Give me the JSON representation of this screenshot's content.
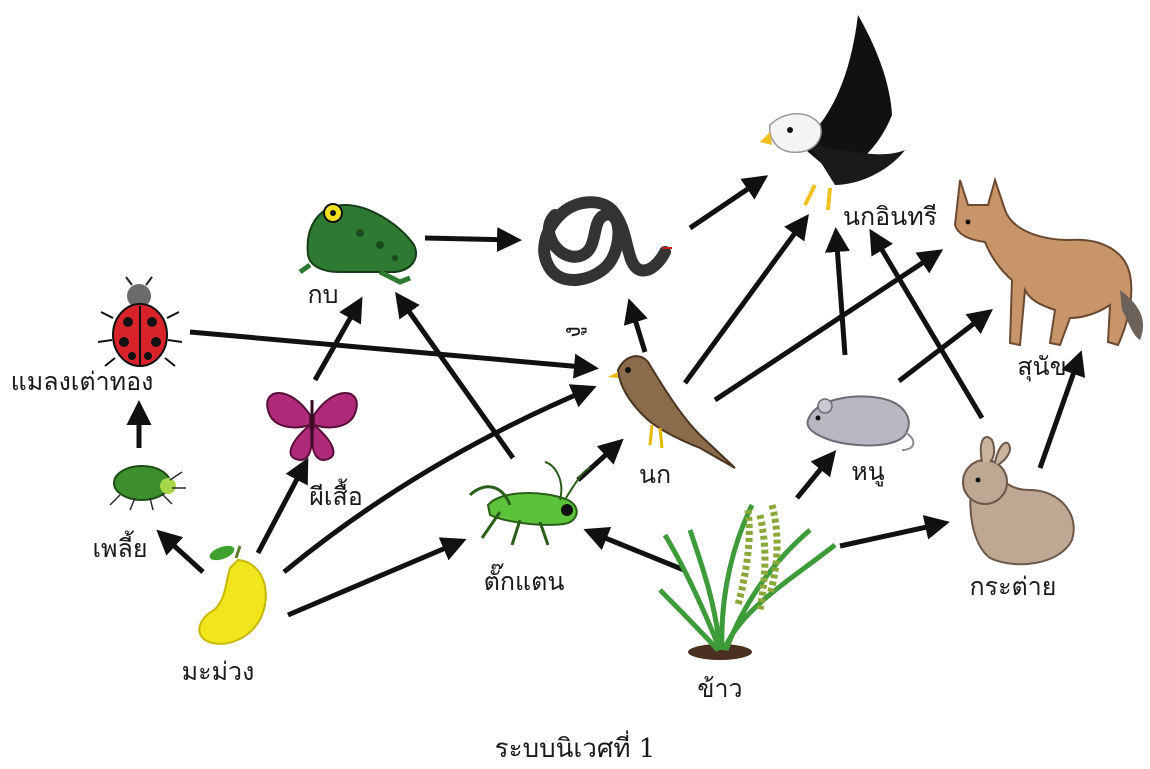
{
  "caption": "ระบบนิเวศที่ 1",
  "organisms": {
    "mango": "มะม่วง",
    "aphid": "เพลี้ย",
    "ladybug": "แมลงเต่าทอง",
    "butterfly": "ผีเสื้อ",
    "frog": "กบ",
    "grasshopper": "ตั๊กแตน",
    "snake": "งู",
    "bird": "นก",
    "rice": "ข้าว",
    "mouse": "หนู",
    "rabbit": "กระต่าย",
    "eagle": "นกอินทรี",
    "dog": "สุนัข"
  },
  "links": [
    {
      "from": "mango",
      "to": "aphid"
    },
    {
      "from": "mango",
      "to": "butterfly"
    },
    {
      "from": "mango",
      "to": "bird"
    },
    {
      "from": "mango",
      "to": "grasshopper"
    },
    {
      "from": "aphid",
      "to": "ladybug"
    },
    {
      "from": "ladybug",
      "to": "bird"
    },
    {
      "from": "butterfly",
      "to": "frog"
    },
    {
      "from": "grasshopper",
      "to": "frog"
    },
    {
      "from": "grasshopper",
      "to": "bird"
    },
    {
      "from": "frog",
      "to": "snake"
    },
    {
      "from": "bird",
      "to": "snake"
    },
    {
      "from": "snake",
      "to": "eagle"
    },
    {
      "from": "bird",
      "to": "eagle"
    },
    {
      "from": "bird",
      "to": "dog"
    },
    {
      "from": "rice",
      "to": "grasshopper"
    },
    {
      "from": "rice",
      "to": "mouse"
    },
    {
      "from": "rice",
      "to": "rabbit"
    },
    {
      "from": "mouse",
      "to": "eagle"
    },
    {
      "from": "mouse",
      "to": "dog"
    },
    {
      "from": "rabbit",
      "to": "eagle"
    },
    {
      "from": "rabbit",
      "to": "dog"
    }
  ]
}
